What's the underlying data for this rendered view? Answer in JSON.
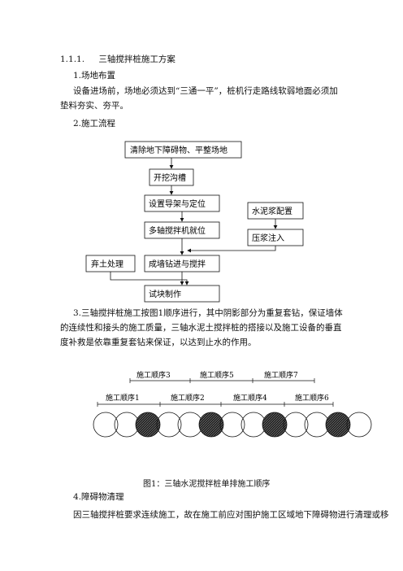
{
  "section": {
    "number": "1.1.1.",
    "title": "三轴搅拌桩施工方案"
  },
  "s1": {
    "heading": "1.场地布置",
    "text": "设备进场前，场地必须达到“三通一平”，桩机行走路线软弱地面必须加垫料夯实、夯平。"
  },
  "s2": {
    "heading": "2.施工流程"
  },
  "flow": {
    "b1": "清除地下障碍物、平整场地",
    "b2": "开挖沟槽",
    "b3": "设置导架与定位",
    "b4": "多轴搅拌机就位",
    "b5": "成墙钻进与搅拌",
    "b6": "试块制作",
    "b7": "水泥浆配置",
    "b8": "压浆注入",
    "b9": "弃土处理"
  },
  "s3": {
    "text": "3.三轴搅拌桩施工按图1顺序进行，其中阴影部分为重复套钻，保证墙体的连续性和接头的施工质量，三轴水泥土搅拌桩的搭接以及施工设备的垂直度补救是依靠重复套钻来保证，以达到止水的作用。"
  },
  "figure": {
    "top_labels": [
      "施工顺序3",
      "施工顺序5",
      "施工顺序7"
    ],
    "bottom_labels": [
      "施工顺序1",
      "施工顺序2",
      "施工顺序4",
      "施工顺序6"
    ],
    "caption": "图1：三轴水泥搅拌桩单排施工顺序"
  },
  "s4": {
    "heading": "4.障碍物清理",
    "text": "因三轴搅拌桩要求连续施工，故在施工前应对围护施工区域地下障碍物进行清理或移"
  }
}
